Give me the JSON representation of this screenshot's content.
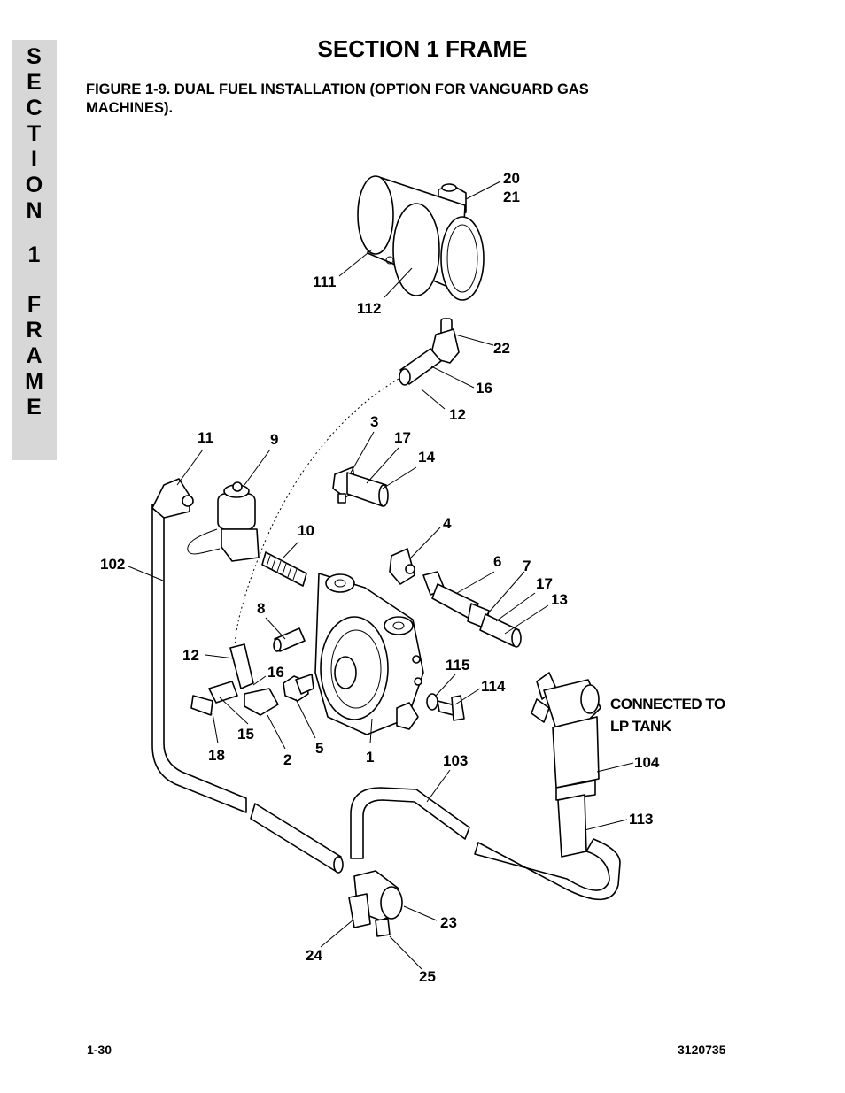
{
  "side_tab": {
    "letters": [
      "S",
      "E",
      "C",
      "T",
      "I",
      "O",
      "N",
      "1",
      "F",
      "R",
      "A",
      "M",
      "E"
    ]
  },
  "header": {
    "section_title": "SECTION 1  FRAME",
    "figure_title_line1": "FIGURE 1-9.    DUAL FUEL INSTALLATION (OPTION FOR VANGUARD GAS",
    "figure_title_line2": "MACHINES)."
  },
  "diagram": {
    "callouts": [
      "20",
      "21",
      "111",
      "112",
      "22",
      "16",
      "12",
      "11",
      "9",
      "3",
      "17",
      "14",
      "4",
      "10",
      "102",
      "6",
      "7",
      "17",
      "13",
      "8",
      "12",
      "16",
      "115",
      "114",
      "15",
      "18",
      "2",
      "5",
      "1",
      "103",
      "104",
      "113",
      "23",
      "24",
      "25"
    ],
    "note_line1": "CONNECTED TO",
    "note_line2": "LP TANK"
  },
  "footer": {
    "page_number": "1-30",
    "doc_number": "3120735"
  }
}
